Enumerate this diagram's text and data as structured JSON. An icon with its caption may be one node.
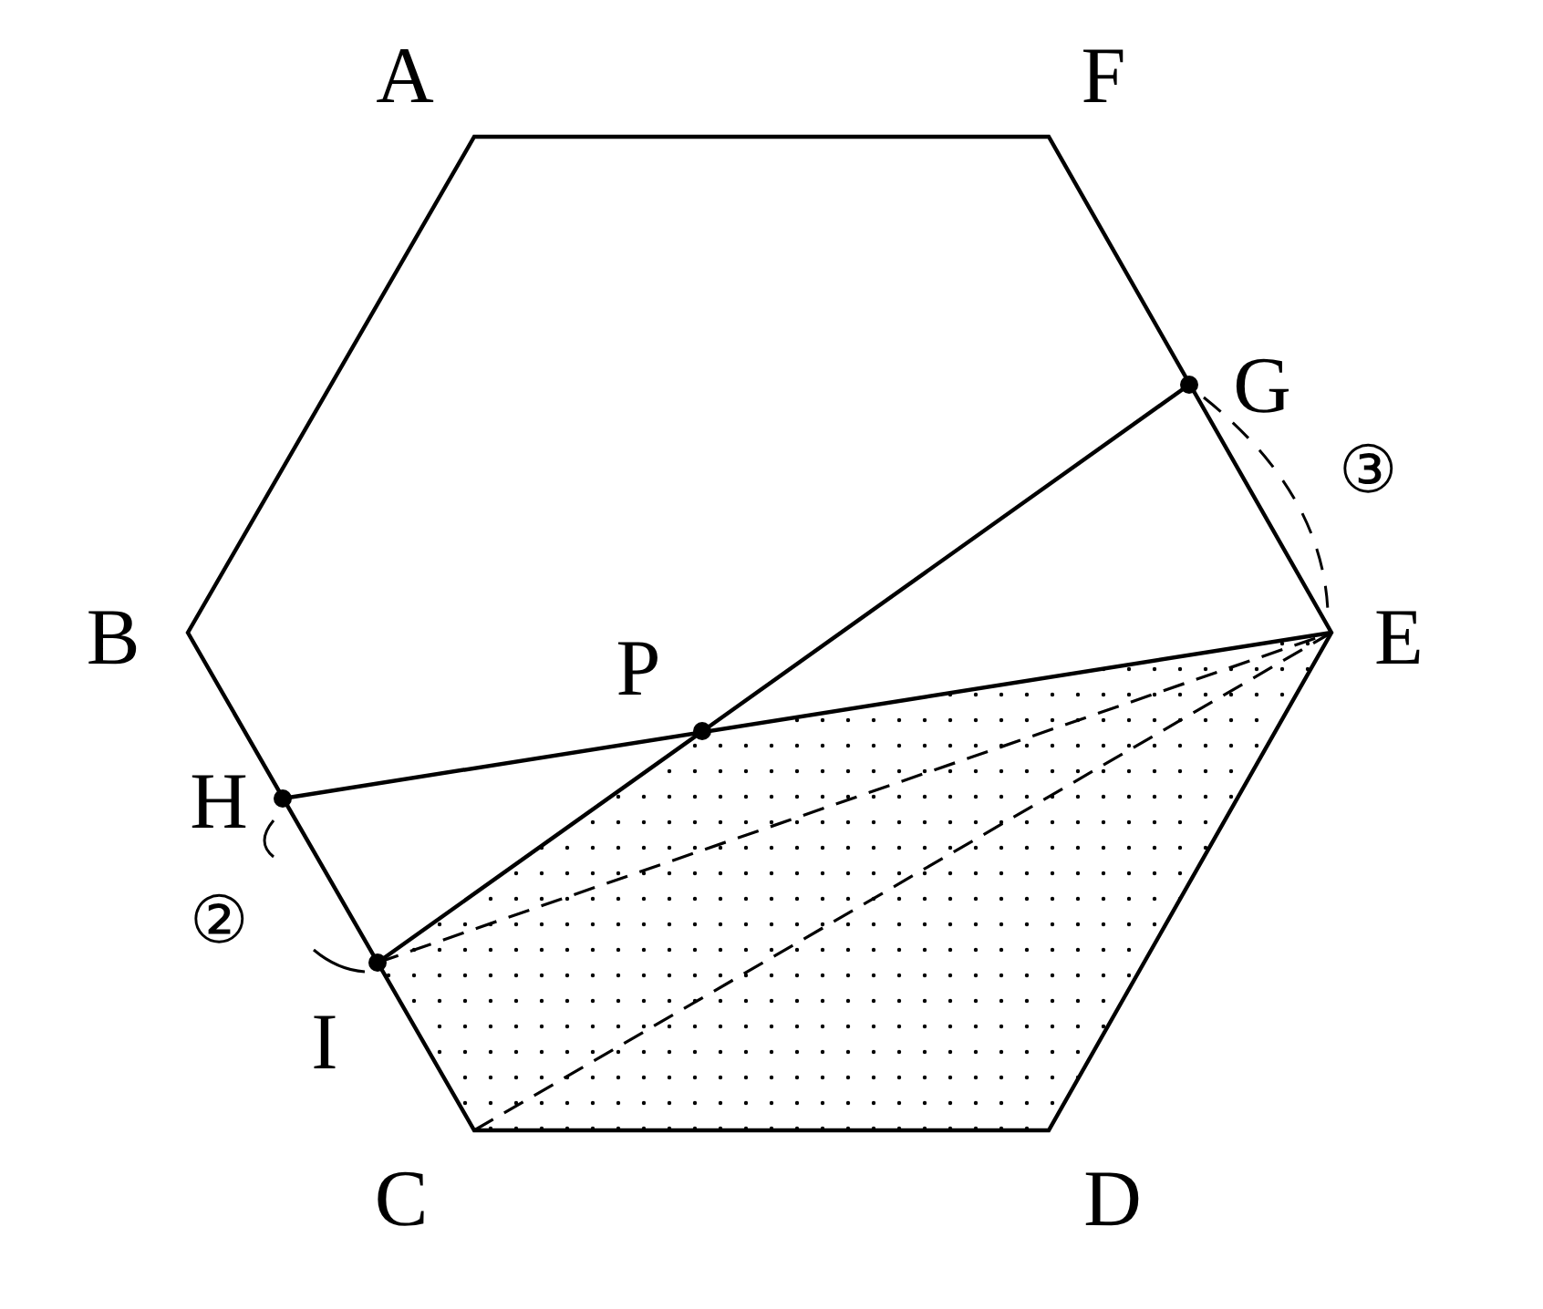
{
  "diagram": {
    "labels": [
      "A",
      "F",
      "G",
      "③",
      "B",
      "P",
      "E",
      "H",
      "②",
      "I",
      "C",
      "D"
    ]
  }
}
